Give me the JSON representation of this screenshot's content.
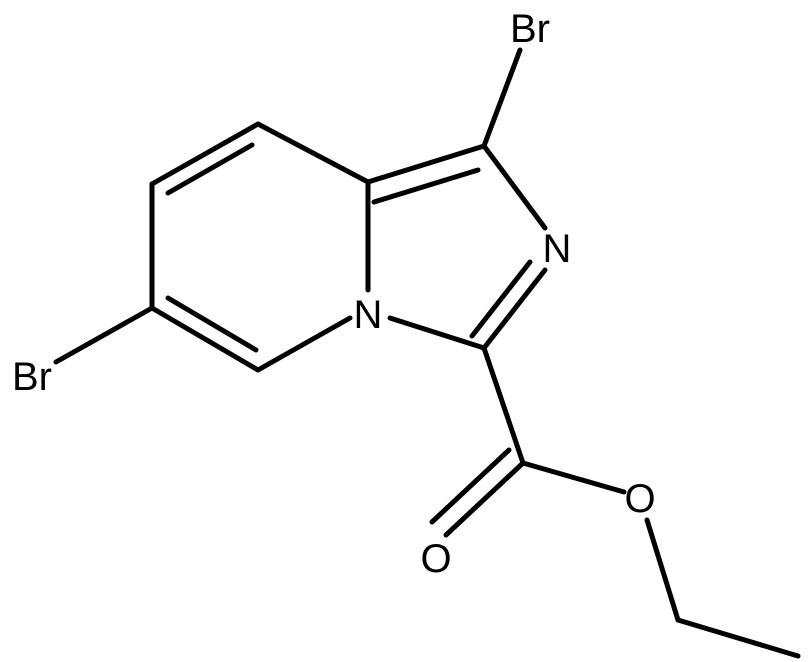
{
  "molecule": {
    "atoms": {
      "br_top": "Br",
      "br_left": "Br",
      "n_ring": "N",
      "n_bridge": "N",
      "o_carbonyl": "O",
      "o_ester": "O"
    }
  },
  "colors": {
    "bond": "#000000",
    "label": "#000000",
    "background": "#ffffff"
  }
}
